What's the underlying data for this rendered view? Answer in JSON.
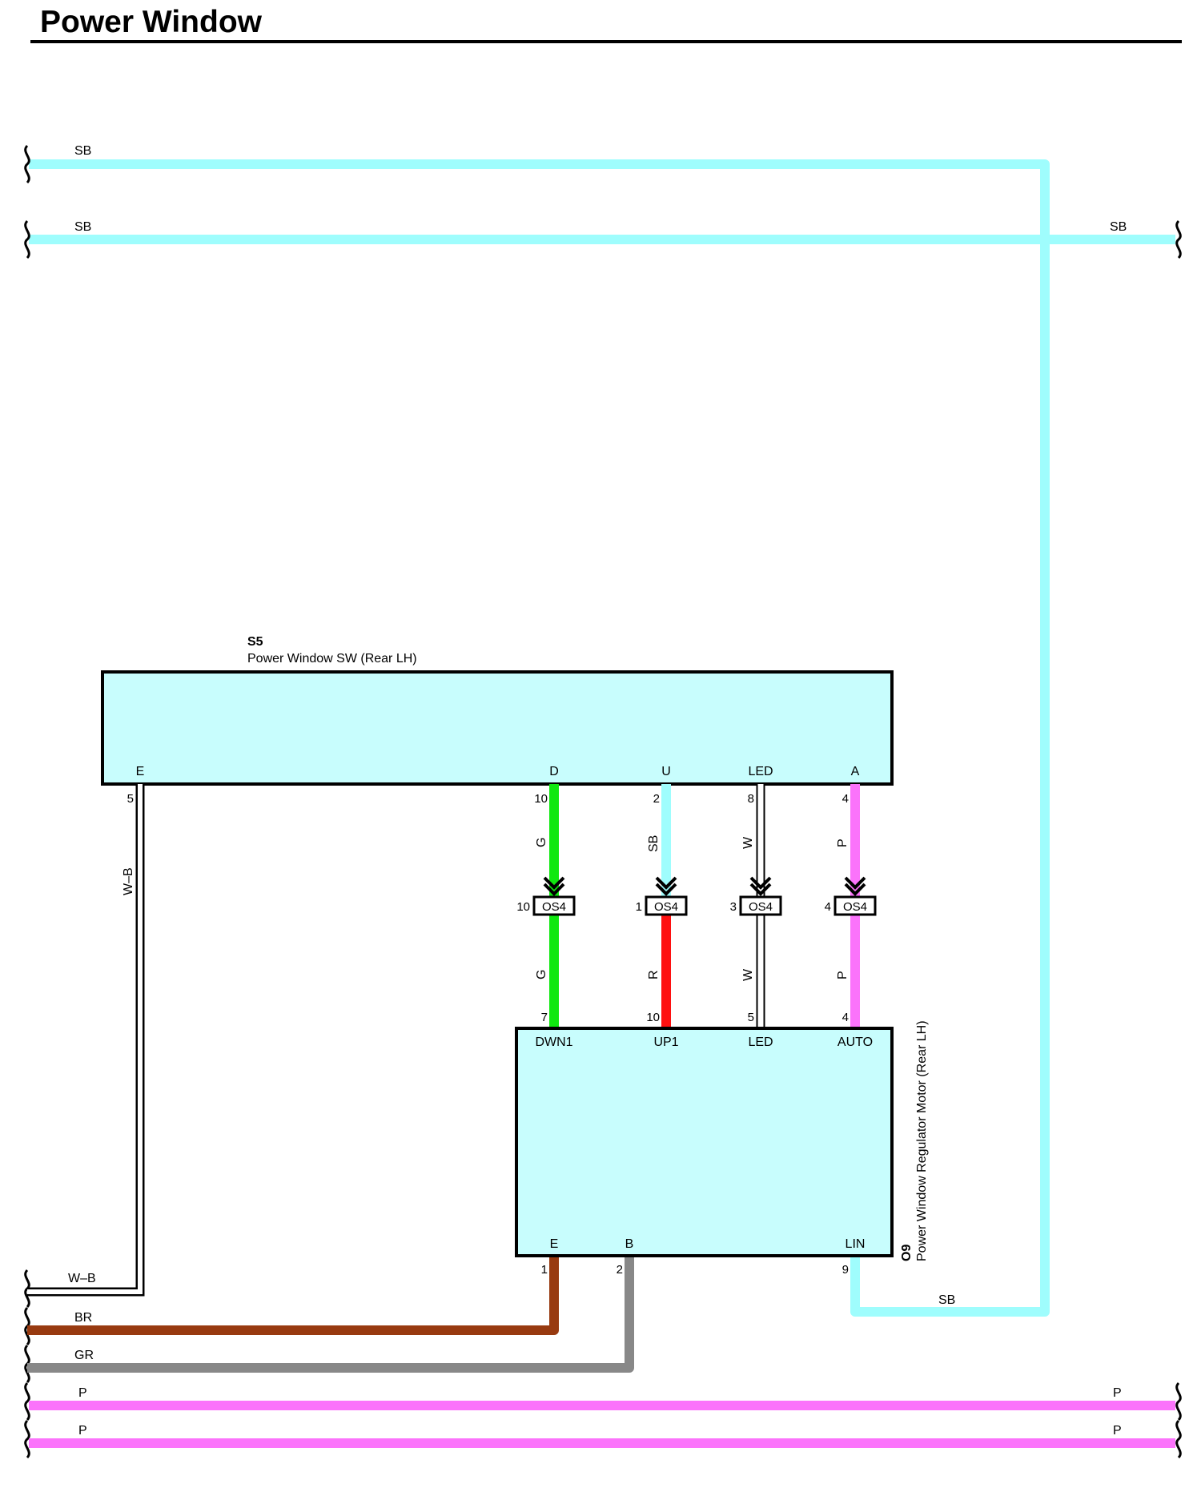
{
  "title": "Power Window",
  "colors": {
    "SB": "#9ffdfd",
    "P": "#fb73fb",
    "BR": "#983a10",
    "GR": "#888888",
    "G": "#10e810",
    "R": "#fe1010",
    "W": "#ffffff",
    "W-B": "#ffffff",
    "component_fill": "#c8fdfd"
  },
  "components": {
    "s5": {
      "id": "S5",
      "name": "Power Window SW (Rear LH)",
      "terminals": {
        "e": "E",
        "d": "D",
        "u": "U",
        "led": "LED",
        "a": "A"
      },
      "pins": {
        "e": "5",
        "d": "10",
        "u": "2",
        "led": "8",
        "a": "4"
      }
    },
    "o9": {
      "id": "O9",
      "name": "Power Window Regulator Motor (Rear LH)",
      "terminals": {
        "dwn1": "DWN1",
        "up1": "UP1",
        "led": "LED",
        "auto": "AUTO",
        "e": "E",
        "b": "B",
        "lin": "LIN"
      },
      "pins": {
        "dwn1": "7",
        "up1": "10",
        "led": "5",
        "auto": "4",
        "e": "1",
        "b": "2",
        "lin": "9"
      }
    }
  },
  "connectors": [
    {
      "name": "OS4",
      "pin": "10",
      "wire_above": "G",
      "wire_below": "G"
    },
    {
      "name": "OS4",
      "pin": "1",
      "wire_above": "SB",
      "wire_below": "R"
    },
    {
      "name": "OS4",
      "pin": "3",
      "wire_above": "W",
      "wire_below": "W"
    },
    {
      "name": "OS4",
      "pin": "4",
      "wire_above": "P",
      "wire_below": "P"
    }
  ],
  "wires": {
    "sb_top_1": "SB",
    "sb_top_2_left": "SB",
    "sb_top_2_right": "SB",
    "wb_ground": "W–B",
    "wb_vertical": "W–B",
    "br": "BR",
    "gr": "GR",
    "sb_lin": "SB",
    "p_1_left": "P",
    "p_1_right": "P",
    "p_2_left": "P",
    "p_2_right": "P"
  }
}
